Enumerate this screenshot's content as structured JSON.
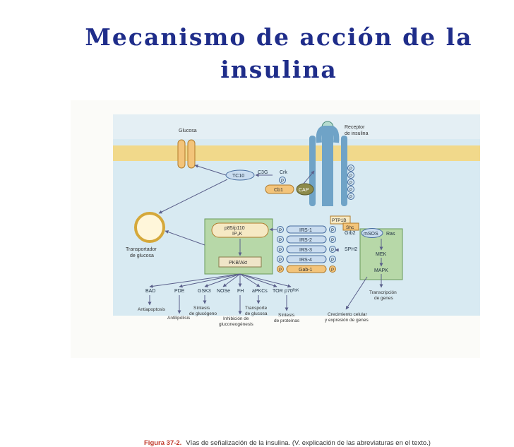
{
  "slide": {
    "title_line1": "Mecanismo de acción de la",
    "title_line2": "insulina"
  },
  "figure": {
    "caption_label": "Figura 37-2.",
    "caption_text": "Vías de señalización de la insulina. (V. explicación de las abreviaturas en el texto.)",
    "glucose_label": "Glucosa",
    "receptor_label_1": "Receptor",
    "receptor_label_2": "de insulina",
    "transporter_label_1": "Transportador",
    "transporter_label_2": "de glucosa",
    "tc10": "TC10",
    "c3g": "C3G",
    "crk": "Crk",
    "cb1": "Cb1",
    "cap": "CAP",
    "p": "P",
    "ptp1b": "PTP1B",
    "shc": "Shc",
    "grb2": "Grb2",
    "msos": "mSOS",
    "ras": "Ras",
    "sph2": "SPH2",
    "mek": "MEK",
    "mapk": "MAPK",
    "pi3k_1": "p85/p110",
    "pi3k_2": "IP₃K",
    "pkb": "PKB/Akt",
    "irs": [
      "IRS-1",
      "IRS-2",
      "IRS-3",
      "IRS-4",
      "Gab-1"
    ],
    "targets": [
      "BAD",
      "PDE",
      "GSK3",
      "NOSe",
      "FH",
      "aPKCs",
      "TOR",
      "p70ᴿˢᴷ"
    ],
    "out_antiapoptosis": "Antiapoptosis",
    "out_antilipolisis": "Antilipólisis",
    "out_glucogeno_1": "Síntesis",
    "out_glucogeno_2": "de glucógeno",
    "out_gluconeo_1": "Inhibición de",
    "out_gluconeo_2": "gluconeogénesis",
    "out_transporte_1": "Transporte",
    "out_transporte_2": "de glucosa",
    "out_proteinas_1": "Síntesis",
    "out_proteinas_2": "de proteínas",
    "out_crecimiento_1": "Crecimiento celular",
    "out_crecimiento_2": "y expresión de genes",
    "out_transcripcion_1": "Transcripción",
    "out_transcripcion_2": "de genes"
  }
}
